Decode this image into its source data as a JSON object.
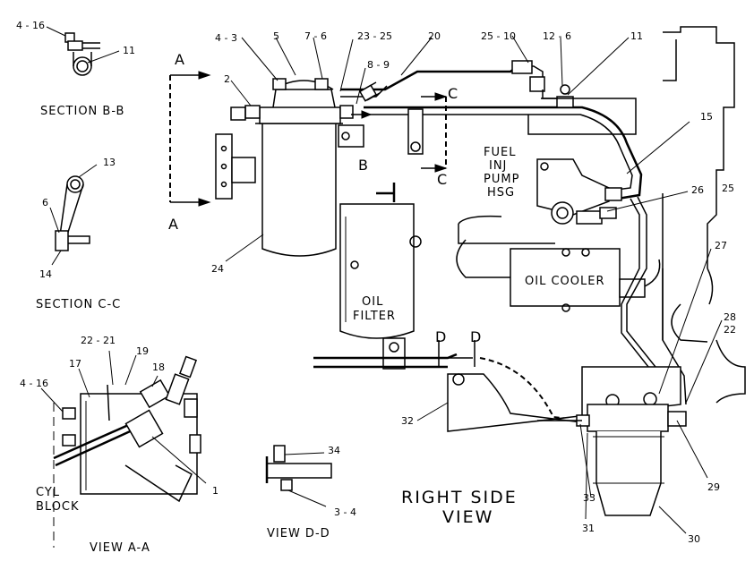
{
  "callouts": {
    "c1": "4 - 16",
    "c2": "11",
    "c3": "13",
    "c4": "6",
    "c5": "14",
    "c6": "4 - 3",
    "c7": "5",
    "c8": "7 - 6",
    "c9": "23 - 25",
    "c10": "20",
    "c11": "25 - 10",
    "c12": "12 - 6",
    "c13": "11",
    "c14": "2",
    "c15": "8 - 9",
    "c16": "15",
    "c17": "26",
    "c18": "25",
    "c19": "24",
    "c20": "27",
    "c21": "28",
    "c22": "22",
    "c23": "22 - 21",
    "c24": "19",
    "c25": "17",
    "c26": "18",
    "c27": "4 - 16",
    "c28": "1",
    "c29": "34",
    "c30": "3 - 4",
    "c31": "32",
    "c32": "33",
    "c33": "31",
    "c34": "29",
    "c35": "30"
  },
  "section_markers": {
    "a_top": "A",
    "a_bottom": "A",
    "b": "B",
    "c_top": "C",
    "c_bottom": "C",
    "d_left": "D",
    "d_right": "D"
  },
  "labels": {
    "section_bb": "SECTION B-B",
    "section_cc": "SECTION C-C",
    "view_aa": "VIEW A-A",
    "view_dd": "VIEW D-D",
    "cyl": "CYL",
    "block": "BLOCK",
    "fuel": "FUEL",
    "inj": "INJ",
    "pump": "PUMP",
    "hsg": "HSG",
    "oil_cooler": "OIL COOLER",
    "oil": "OIL",
    "filter": "FILTER",
    "right_side": "RIGHT SIDE",
    "view": "VIEW"
  }
}
